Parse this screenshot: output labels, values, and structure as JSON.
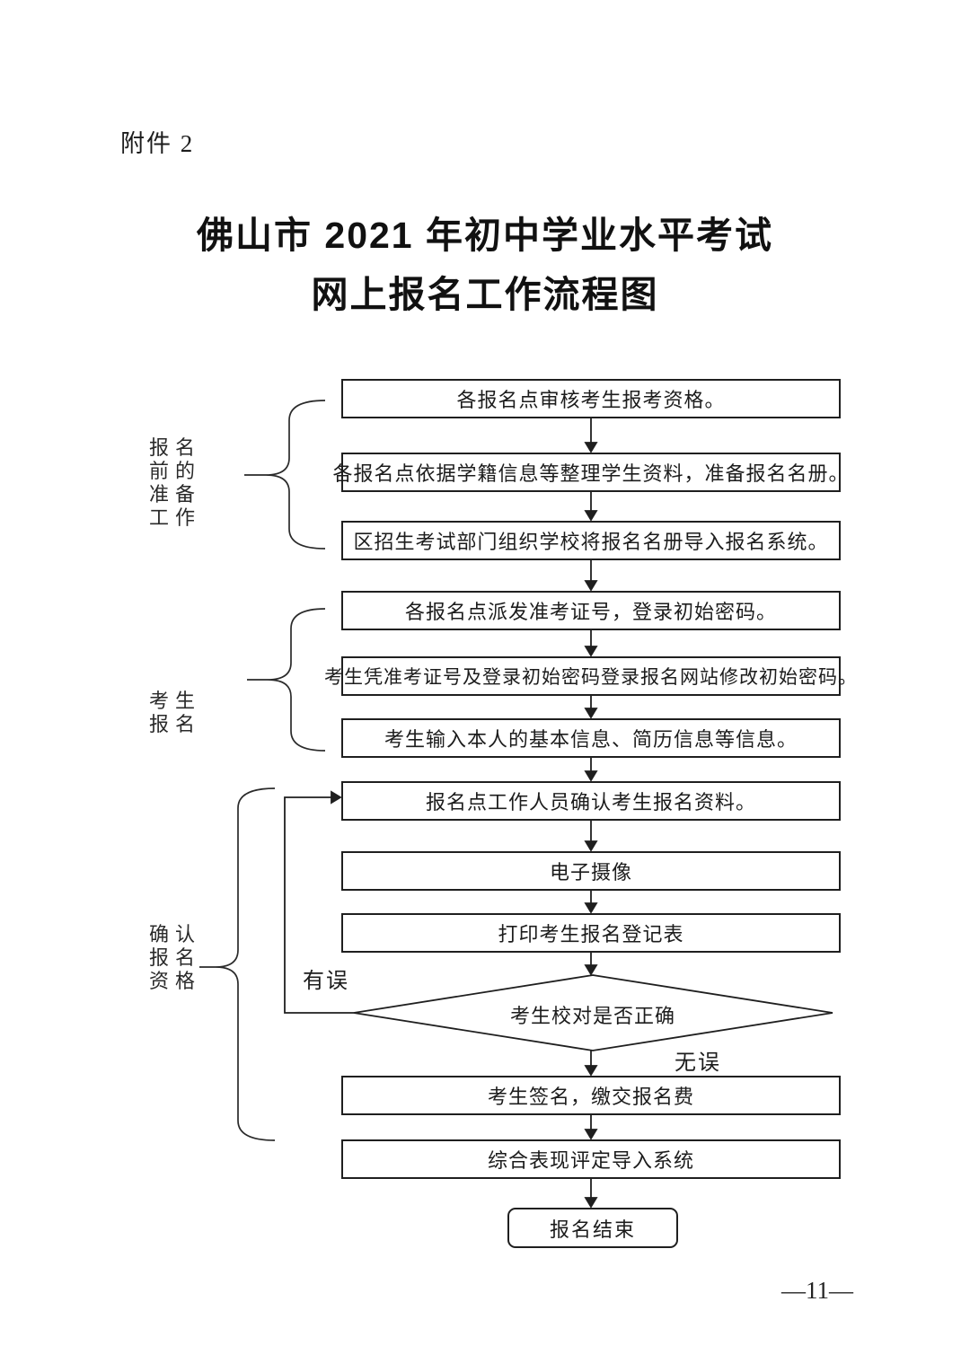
{
  "page": {
    "attachment_label": "附件 2",
    "title_line1": "佛山市 2021 年初中学业水平考试",
    "title_line2": "网上报名工作流程图",
    "page_number": "—11—"
  },
  "flow": {
    "stages": [
      {
        "name": "报名前的准备工作",
        "lines": [
          "报名",
          "前的",
          "准备",
          "工作"
        ]
      },
      {
        "name": "考生报名",
        "lines": [
          "考生",
          "报名"
        ]
      },
      {
        "name": "确认报名资格",
        "lines": [
          "确认",
          "报名",
          "资格"
        ]
      }
    ],
    "boxes": [
      {
        "label": "各报名点审核考生报考资格。"
      },
      {
        "label": "各报名点依据学籍信息等整理学生资料，准备报名名册。"
      },
      {
        "label": "区招生考试部门组织学校将报名名册导入报名系统。"
      },
      {
        "label": "各报名点派发准考证号，登录初始密码。"
      },
      {
        "label": "考生凭准考证号及登录初始密码登录报名网站修改初始密码。"
      },
      {
        "label": "考生输入本人的基本信息、简历信息等信息。"
      },
      {
        "label": "报名点工作人员确认考生报名资料。"
      },
      {
        "label": "电子摄像"
      },
      {
        "label": "打印考生报名登记表"
      },
      {
        "label": "考生签名，缴交报名费"
      },
      {
        "label": "综合表现评定导入系统"
      }
    ],
    "decision": {
      "label": "考生校对是否正确",
      "no_label": "有误",
      "yes_label": "无误"
    },
    "end": {
      "label": "报名结束"
    },
    "line_color": "#1f1f1f"
  }
}
